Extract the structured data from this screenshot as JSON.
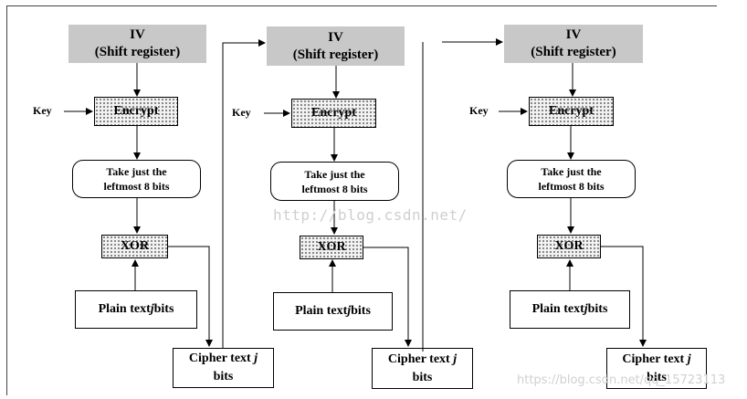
{
  "stages": [
    {
      "iv_line1": "IV",
      "iv_line2": "(Shift register)",
      "key_label": "Key",
      "encrypt_label": "Encrypt",
      "take_line1": "Take just the",
      "take_line2": "leftmost 8 bits",
      "xor_label": "XOR",
      "plain_prefix": "Plain text ",
      "plain_var": "j",
      "plain_suffix": " bits",
      "cipher_prefix": "Cipher text ",
      "cipher_var": "j",
      "cipher_line2": "bits"
    },
    {
      "iv_line1": "IV",
      "iv_line2": "(Shift register)",
      "key_label": "Key",
      "encrypt_label": "Encrypt",
      "take_line1": "Take just the",
      "take_line2": "leftmost 8 bits",
      "xor_label": "XOR",
      "plain_prefix": "Plain text ",
      "plain_var": "j",
      "plain_suffix": " bits",
      "cipher_prefix": "Cipher text ",
      "cipher_var": "j",
      "cipher_line2": "bits"
    },
    {
      "iv_line1": "IV",
      "iv_line2": "(Shift register)",
      "key_label": "Key",
      "encrypt_label": "Encrypt",
      "take_line1": "Take just the",
      "take_line2": "leftmost 8 bits",
      "xor_label": "XOR",
      "plain_prefix": "Plain text ",
      "plain_var": "j",
      "plain_suffix": " bits",
      "cipher_prefix": "Cipher text ",
      "cipher_var": "j",
      "cipher_line2": "bits"
    }
  ],
  "watermark_center": "http://blog.csdn.net/",
  "watermark_corner": "https://blog.csdn.net/qq_15723113"
}
